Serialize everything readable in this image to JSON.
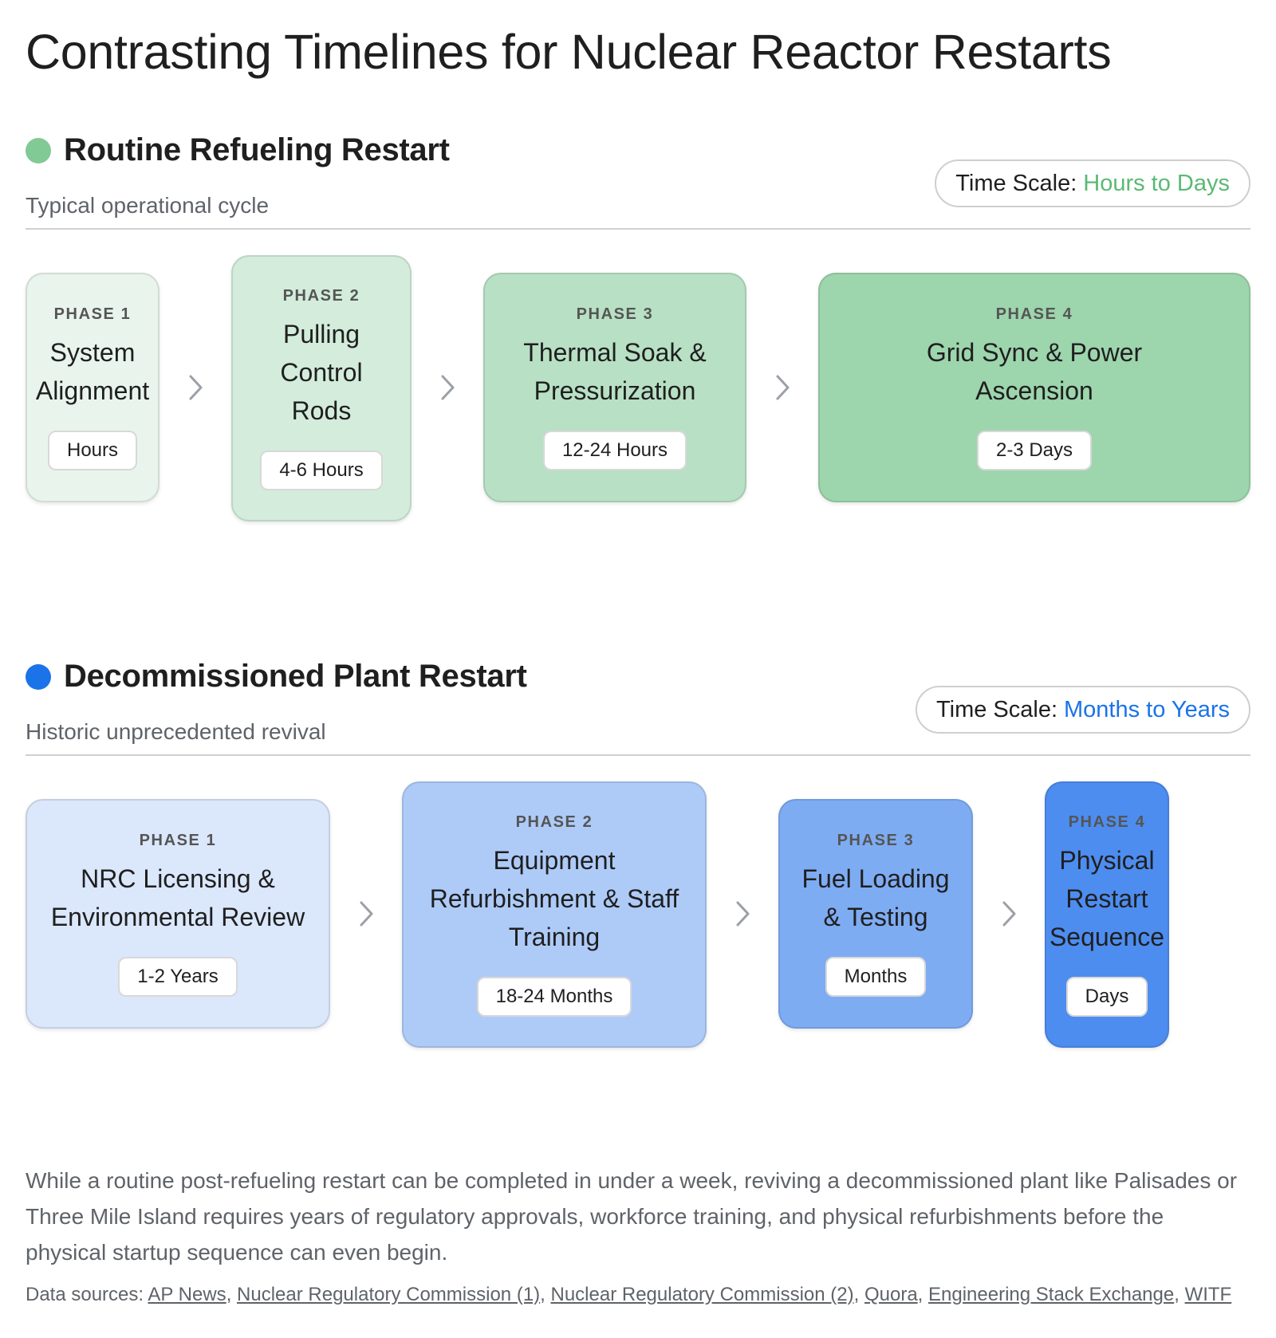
{
  "title": "Contrasting Timelines for Nuclear Reactor Restarts",
  "sections": [
    {
      "title": "Routine Refueling Restart",
      "subtitle": "Typical operational cycle",
      "dot_color": "#81c995",
      "timescale_label": "Time Scale:",
      "timescale_value": "Hours to Days",
      "timescale_color": "#5bb974",
      "phases": [
        {
          "label": "PHASE 1",
          "title": "System Alignment",
          "duration": "Hours",
          "color": "#e9f5ec"
        },
        {
          "label": "PHASE 2",
          "title": "Pulling Control Rods",
          "duration": "4-6 Hours",
          "color": "#d3ecdb"
        },
        {
          "label": "PHASE 3",
          "title": "Thermal Soak & Pressurization",
          "duration": "12-24 Hours",
          "color": "#b8e0c4"
        },
        {
          "label": "PHASE 4",
          "title": "Grid Sync & Power Ascension",
          "duration": "2-3 Days",
          "color": "#9dd5ad"
        }
      ]
    },
    {
      "title": "Decommissioned Plant Restart",
      "subtitle": "Historic unprecedented revival",
      "dot_color": "#1a73e8",
      "timescale_label": "Time Scale:",
      "timescale_value": "Months to Years",
      "timescale_color": "#1a73e8",
      "phases": [
        {
          "label": "PHASE 1",
          "title": "NRC Licensing & Environmental Review",
          "duration": "1-2 Years",
          "color": "#dbe7fb"
        },
        {
          "label": "PHASE 2",
          "title": "Equipment Refurbishment & Staff Training",
          "duration": "18-24 Months",
          "color": "#aecbf8"
        },
        {
          "label": "PHASE 3",
          "title": "Fuel Loading & Testing",
          "duration": "Months",
          "color": "#7eacf3"
        },
        {
          "label": "PHASE 4",
          "title": "Physical Restart Sequence",
          "duration": "Days",
          "color": "#4d8df0"
        }
      ]
    }
  ],
  "summary": "While a routine post-refueling restart can be completed in under a week, reviving a decommissioned plant like Palisades or Three Mile Island requires years of regulatory approvals, workforce training, and physical refurbishments before the physical startup sequence can even begin.",
  "sources": {
    "prefix": "Data sources:",
    "links": [
      "AP News",
      "Nuclear Regulatory Commission (1)",
      "Nuclear Regulatory Commission (2)",
      "Quora",
      "Engineering Stack Exchange",
      "WITF"
    ]
  },
  "icons": {
    "arrow": "chevron-right-icon",
    "bullet": "dot"
  }
}
